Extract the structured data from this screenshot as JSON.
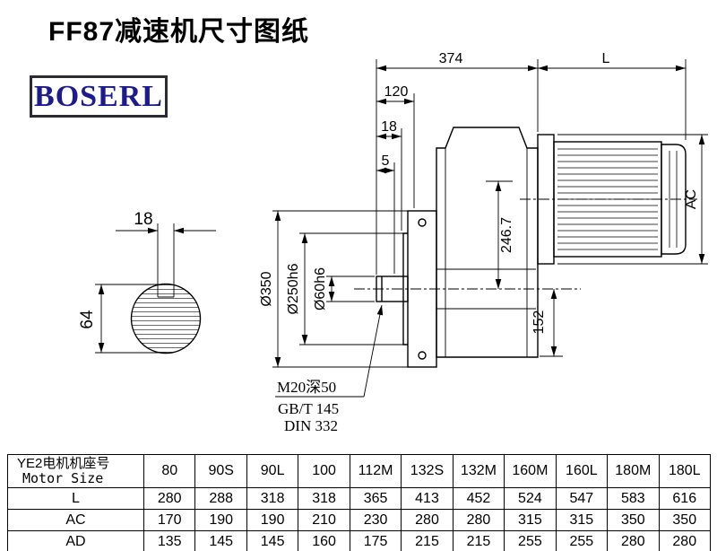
{
  "page": {
    "title": "FF87减速机尺寸图纸",
    "brand": "BOSERL",
    "brand_color": "#1b1b8e",
    "line_color": "#000000"
  },
  "shaft_view": {
    "key_width": "18",
    "shaft_height": "64"
  },
  "main_view": {
    "dims": {
      "d374": "374",
      "dL": "L",
      "d120": "120",
      "d18": "18",
      "d5": "5",
      "d246": "246.7",
      "dAC": "AC",
      "d350": "Ø350",
      "d250": "Ø250h6",
      "d60": "Ø60h6",
      "d152": "152"
    },
    "notes": {
      "tap": "M20深50",
      "gbt": "GB/T 145",
      "din": "DIN 332"
    }
  },
  "table": {
    "header_cn": "YE2电机机座号",
    "header_en": "Motor Size",
    "columns": [
      "80",
      "90S",
      "90L",
      "100",
      "112M",
      "132S",
      "132M",
      "160M",
      "160L",
      "180M",
      "180L"
    ],
    "rows": [
      {
        "label": "L",
        "values": [
          "280",
          "288",
          "318",
          "318",
          "365",
          "413",
          "452",
          "524",
          "547",
          "583",
          "616"
        ]
      },
      {
        "label": "AC",
        "values": [
          "170",
          "190",
          "190",
          "210",
          "230",
          "280",
          "280",
          "315",
          "315",
          "350",
          "350"
        ]
      },
      {
        "label": "AD",
        "values": [
          "135",
          "145",
          "145",
          "160",
          "175",
          "215",
          "215",
          "255",
          "255",
          "280",
          "280"
        ]
      }
    ]
  }
}
